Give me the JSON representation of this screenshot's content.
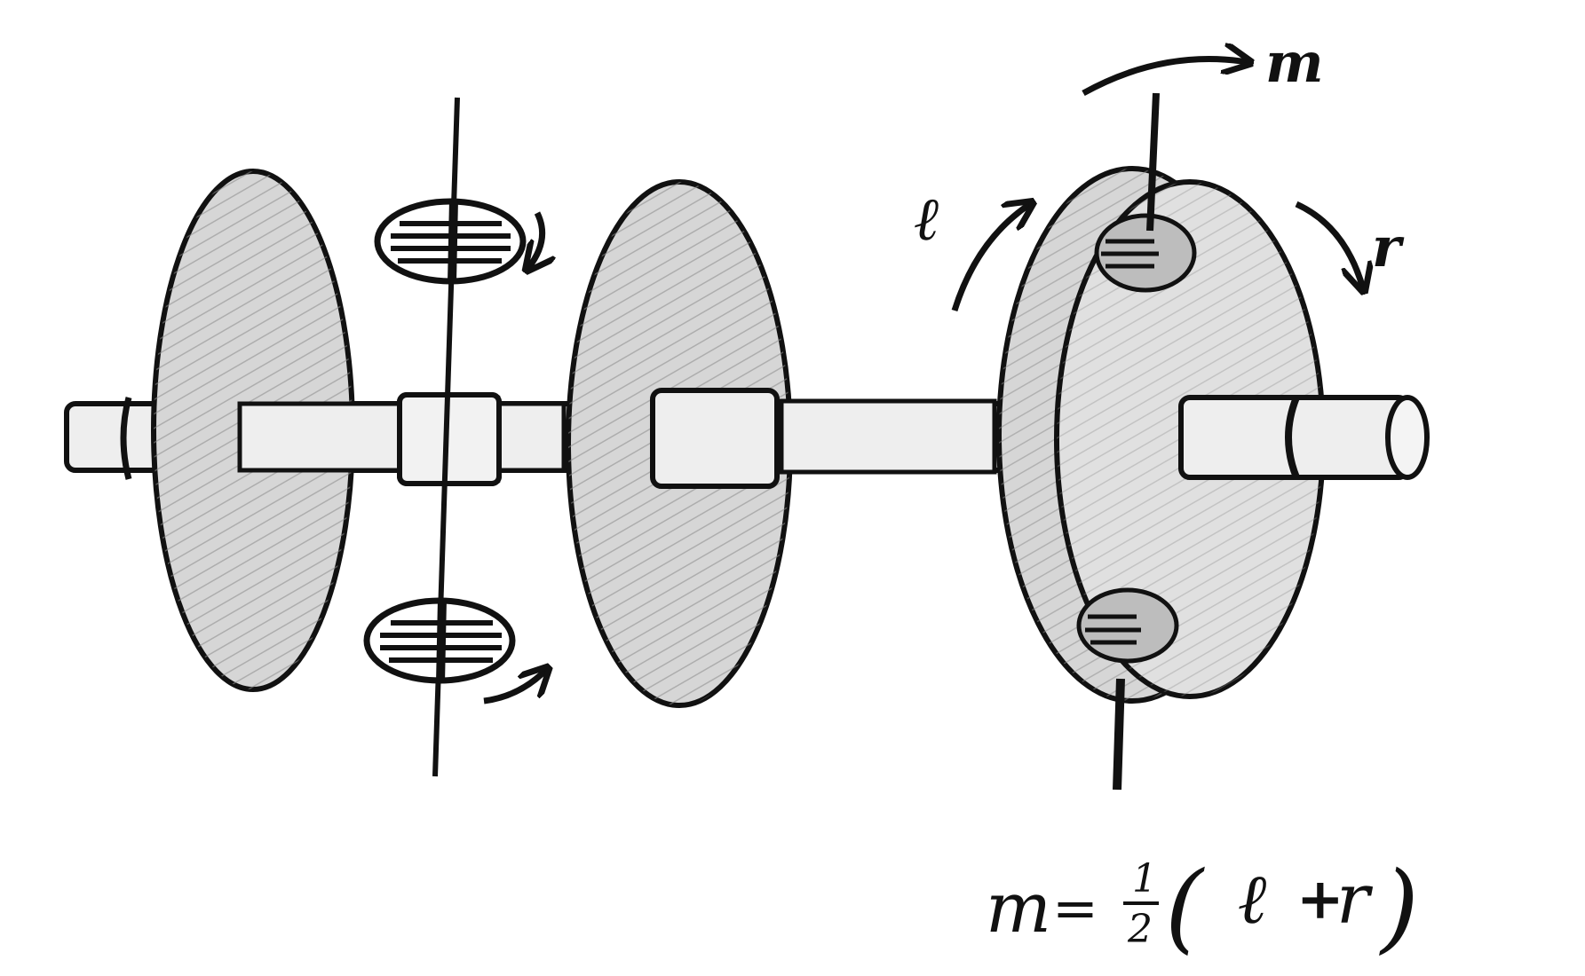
{
  "labels": {
    "m": "m",
    "l": "ℓ",
    "r": "r"
  },
  "formula": {
    "lhs": "m",
    "eq": "=",
    "frac_num": "1",
    "frac_den": "2",
    "open_paren": "(",
    "term_l": "ℓ",
    "plus": "+",
    "term_r": "r",
    "close_paren": ")"
  },
  "colors": {
    "ink": "#111111",
    "disk_fill": "#d6d6d6",
    "disk_shade": "#9a9a9a",
    "shaft_fill": "#eeeeee",
    "paper": "#ffffff"
  }
}
